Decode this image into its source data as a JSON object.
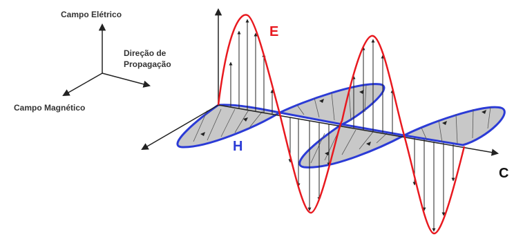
{
  "labels": {
    "electric_field": "Campo Elétrico",
    "propagation_line1": "Direção de",
    "propagation_line2": "Propagação",
    "magnetic_field": "Campo Magnético",
    "E": "E",
    "H": "H",
    "C": "C"
  },
  "colors": {
    "electric_wave": "#e8191f",
    "magnetic_wave": "#2b3bd6",
    "magnetic_fill": "#c8c8c8",
    "axis": "#222222",
    "E_label": "#e8191f",
    "H_label": "#2b3bd6",
    "C_label": "#111111"
  }
}
